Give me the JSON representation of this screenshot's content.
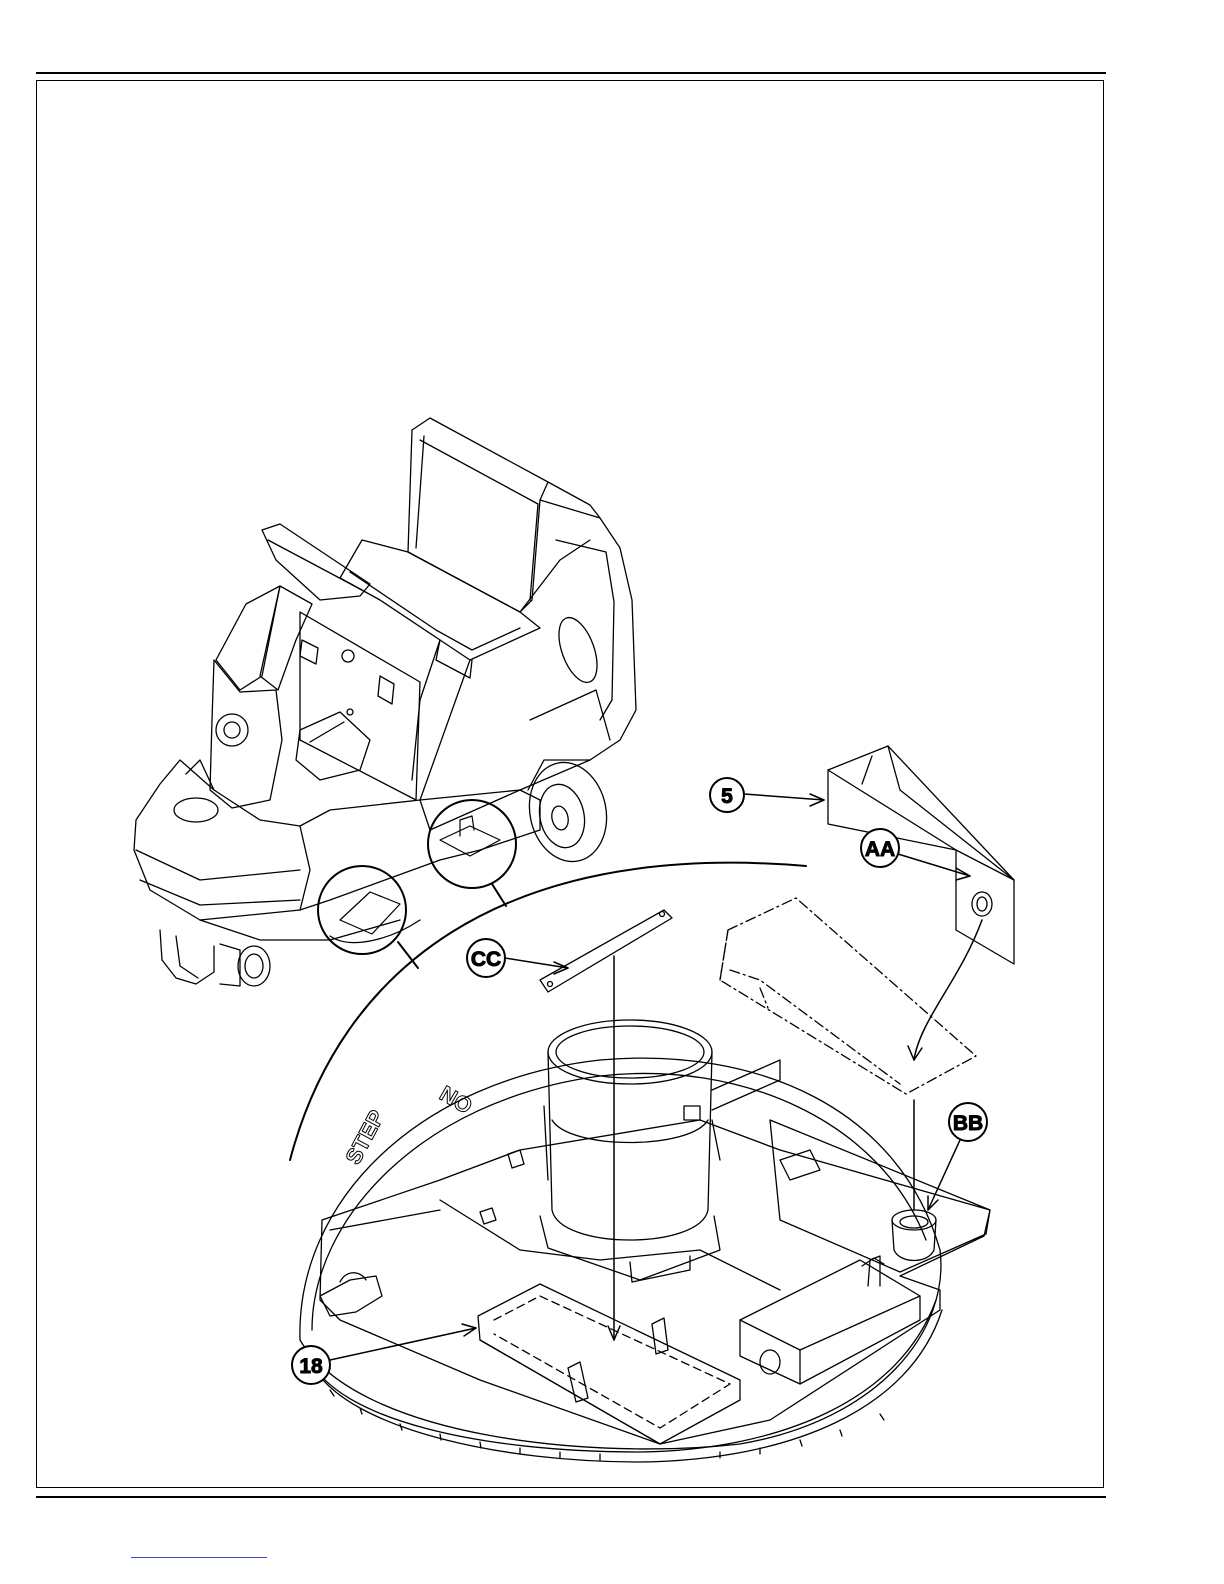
{
  "page": {
    "line_color": "#000000",
    "link_color": "#3b50c8"
  },
  "callouts": {
    "part_5": "5",
    "aa": "AA",
    "bb": "BB",
    "cc": "CC",
    "part_18": "18"
  },
  "decals": {
    "word_no": "NO",
    "word_step": "STEP"
  }
}
